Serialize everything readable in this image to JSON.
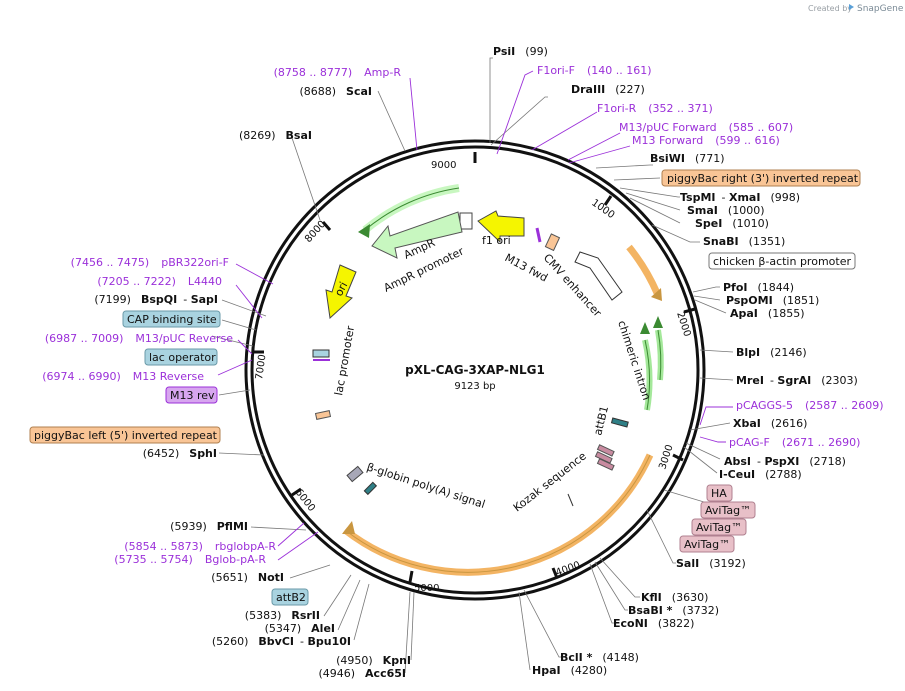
{
  "credit": {
    "created_by": "Created by",
    "brand": "SnapGene"
  },
  "map": {
    "name": "pXL-CAG-3XAP-NLG1",
    "size": "9123 bp"
  },
  "ticks": [
    "9000",
    "1000",
    "2000",
    "3000",
    "4000",
    "5000",
    "6000",
    "7000",
    "8000"
  ],
  "enzymes": [
    {
      "name": "PsiI",
      "pos": "(99)"
    },
    {
      "name": "DraIII",
      "pos": "(227)"
    },
    {
      "name": "BsiWI",
      "pos": "(771)"
    },
    {
      "name": "TspMI",
      "name2": "XmaI",
      "pos": "(998)"
    },
    {
      "name": "SmaI",
      "pos": "(1000)"
    },
    {
      "name": "SpeI",
      "pos": "(1010)"
    },
    {
      "name": "SnaBI",
      "pos": "(1351)"
    },
    {
      "name": "PfoI",
      "pos": "(1844)"
    },
    {
      "name": "PspOMI",
      "pos": "(1851)"
    },
    {
      "name": "ApaI",
      "pos": "(1855)"
    },
    {
      "name": "BlpI",
      "pos": "(2146)"
    },
    {
      "name": "MreI",
      "name2": "SgrAI",
      "pos": "(2303)"
    },
    {
      "name": "XbaI",
      "pos": "(2616)"
    },
    {
      "name": "AbsI",
      "name2": "PspXI",
      "pos": "(2718)"
    },
    {
      "name": "I-CeuI",
      "pos": "(2788)"
    },
    {
      "name": "SalI",
      "pos": "(3192)"
    },
    {
      "name": "KflI",
      "pos": "(3630)"
    },
    {
      "name": "BsaBI *",
      "pos": "(3732)"
    },
    {
      "name": "EcoNI",
      "pos": "(3822)"
    },
    {
      "name": "BclI *",
      "pos": "(4148)"
    },
    {
      "name": "HpaI",
      "pos": "(4280)"
    },
    {
      "name": "KpnI",
      "pos": "(4950)"
    },
    {
      "name": "Acc65I",
      "pos": "(4946)"
    },
    {
      "name": "BbvCI",
      "name2": "Bpu10I",
      "pos": "(5260)"
    },
    {
      "name": "AleI",
      "pos": "(5347)"
    },
    {
      "name": "RsrII",
      "pos": "(5383)"
    },
    {
      "name": "NotI",
      "pos": "(5651)"
    },
    {
      "name": "PflMI",
      "pos": "(5939)"
    },
    {
      "name": "SphI",
      "pos": "(6452)"
    },
    {
      "name": "BspQI",
      "name2": "SapI",
      "pos": "(7199)"
    },
    {
      "name": "BsaI",
      "pos": "(8269)"
    },
    {
      "name": "ScaI",
      "pos": "(8688)"
    }
  ],
  "primers": [
    {
      "name": "F1ori-F",
      "pos": "(140 .. 161)"
    },
    {
      "name": "F1ori-R",
      "pos": "(352 .. 371)"
    },
    {
      "name": "M13/pUC Forward",
      "pos": "(585 .. 607)"
    },
    {
      "name": "M13 Forward",
      "pos": "(599 .. 616)"
    },
    {
      "name": "pCAGGS-5",
      "pos": "(2587 .. 2609)"
    },
    {
      "name": "pCAG-F",
      "pos": "(2671 .. 2690)"
    },
    {
      "name": "rbglobpA-R",
      "pos": "(5854 .. 5873)"
    },
    {
      "name": "Bglob-pA-R",
      "pos": "(5735 .. 5754)"
    },
    {
      "name": "M13 Reverse",
      "pos": "(6974 .. 6990)"
    },
    {
      "name": "M13/pUC Reverse",
      "pos": "(6987 .. 7009)"
    },
    {
      "name": "L4440",
      "pos": "(7205 .. 7222)"
    },
    {
      "name": "pBR322ori-F",
      "pos": "(7456 .. 7475)"
    },
    {
      "name": "Amp-R",
      "pos": "(8758 .. 8777)"
    }
  ],
  "boxes": [
    {
      "label": "piggyBac right (3') inverted repeat",
      "color": "#f9c596"
    },
    {
      "label": "chicken β-actin promoter",
      "color": "#ffffff"
    },
    {
      "label": "HA",
      "color": "#e8c0c8"
    },
    {
      "label": "AviTag™",
      "color": "#e8c0c8"
    },
    {
      "label": "AviTag™",
      "color": "#e8c0c8"
    },
    {
      "label": "AviTag™",
      "color": "#e8c0c8"
    },
    {
      "label": "attB2",
      "color": "#a9d3e0"
    },
    {
      "label": "piggyBac left (5') inverted repeat",
      "color": "#f9c596"
    },
    {
      "label": "M13 rev",
      "color": "#d7a6ef"
    },
    {
      "label": "lac operator",
      "color": "#a9d3e0"
    },
    {
      "label": "CAP binding site",
      "color": "#a9d3e0"
    }
  ],
  "features": {
    "f1_ori": "f1 ori",
    "m13_fwd": "M13 fwd",
    "cmv": "CMV enhancer",
    "chimeric": "chimeric intron",
    "attb1": "attB1",
    "kozak": "Kozak sequence",
    "bglobin": "β-globin poly(A) signal",
    "lac": "lac promoter",
    "ori": "ori",
    "ampr": "AmpR",
    "ampr_prom": "AmpR promoter"
  },
  "colors": {
    "primer": "#9b30d9",
    "f1ori": "#f5f500",
    "ampr": "#c8f7c0",
    "ori": "#f5f500",
    "orange_arc": "#f3b463",
    "green_arc": "#a4e89a"
  }
}
